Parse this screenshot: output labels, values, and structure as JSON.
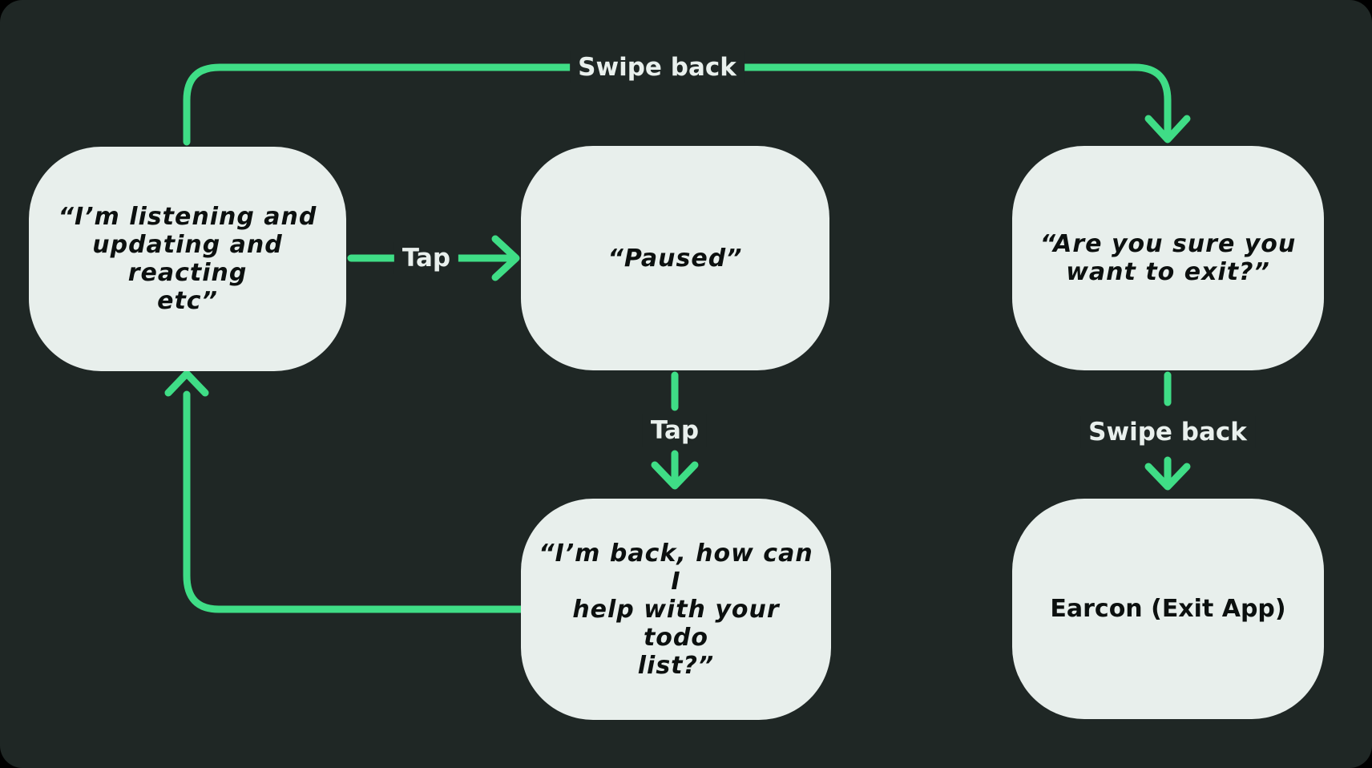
{
  "canvas": {
    "background_color": "#1f2725",
    "box_fill_color": "#e8efec",
    "accent_green": "#3fdd86",
    "box_text_color": "#0c100f",
    "label_text_color": "#e9f0ed"
  },
  "boxes": {
    "listening": {
      "lines": [
        "“I’m listening and",
        "updating and reacting",
        "etc”"
      ]
    },
    "paused": {
      "lines": [
        "“Paused”"
      ]
    },
    "confirm_exit": {
      "lines": [
        "“Are you sure you",
        "want to exit?”"
      ]
    },
    "back": {
      "lines": [
        "“I’m back, how can I",
        "help with your todo",
        "list?”"
      ]
    },
    "earcon": {
      "lines": [
        "Earcon (Exit App)"
      ]
    }
  },
  "labels": {
    "swipe_back_top": "Swipe back",
    "tap_pause": "Tap",
    "tap_resume": "Tap",
    "swipe_back_exit": "Swipe back"
  }
}
